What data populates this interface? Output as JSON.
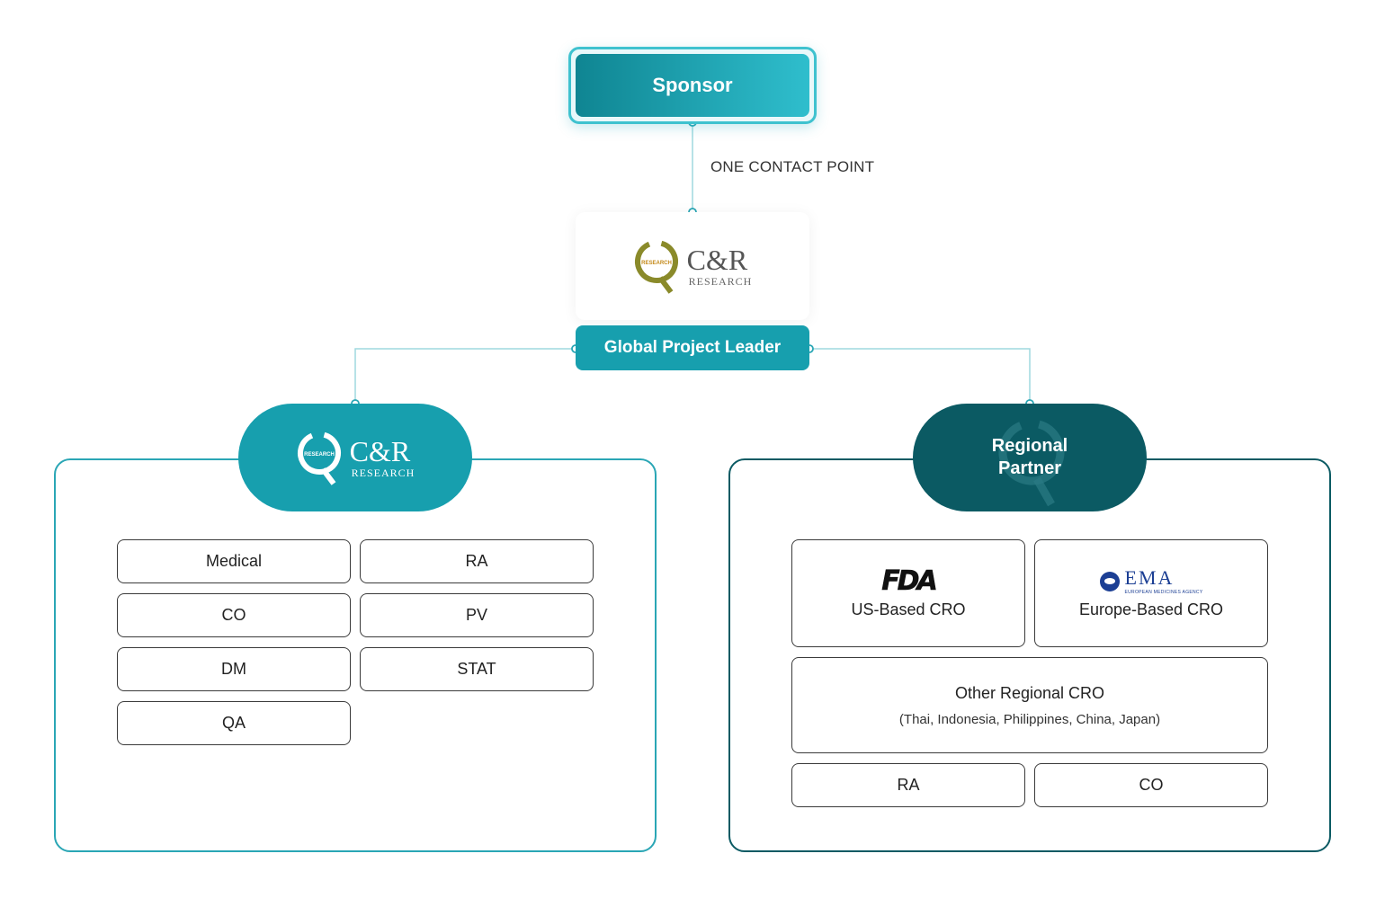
{
  "sponsor": {
    "label": "Sponsor"
  },
  "contact_point": {
    "label": "ONE CONTACT POINT"
  },
  "center_logo": {
    "main": "C&R",
    "sub": "RESEARCH",
    "ring": "RESEARCH"
  },
  "global_leader": {
    "label": "Global Project Leader"
  },
  "left_panel": {
    "logo": {
      "main": "C&R",
      "sub": "RESEARCH",
      "ring": "RESEARCH"
    },
    "items": [
      "Medical",
      "RA",
      "CO",
      "PV",
      "DM",
      "STAT",
      "QA"
    ]
  },
  "right_panel": {
    "title_line1": "Regional",
    "title_line2": "Partner",
    "us": {
      "logo": "FDA",
      "label": "US-Based CRO"
    },
    "eu": {
      "logo": "EMA",
      "logo_sub": "EUROPEAN MEDICINES AGENCY",
      "label": "Europe-Based CRO"
    },
    "other": {
      "label": "Other Regional CRO",
      "sub": "(Thai, Indonesia, Philippines, China, Japan)"
    },
    "items": [
      "RA",
      "CO"
    ]
  },
  "colors": {
    "teal": "#179fae",
    "teal_light": "#2fbecd",
    "teal_dark": "#0b5a63",
    "connector": "#9fd9df",
    "logo_olive": "#8a8a2a",
    "ema_blue": "#1c3f94"
  }
}
